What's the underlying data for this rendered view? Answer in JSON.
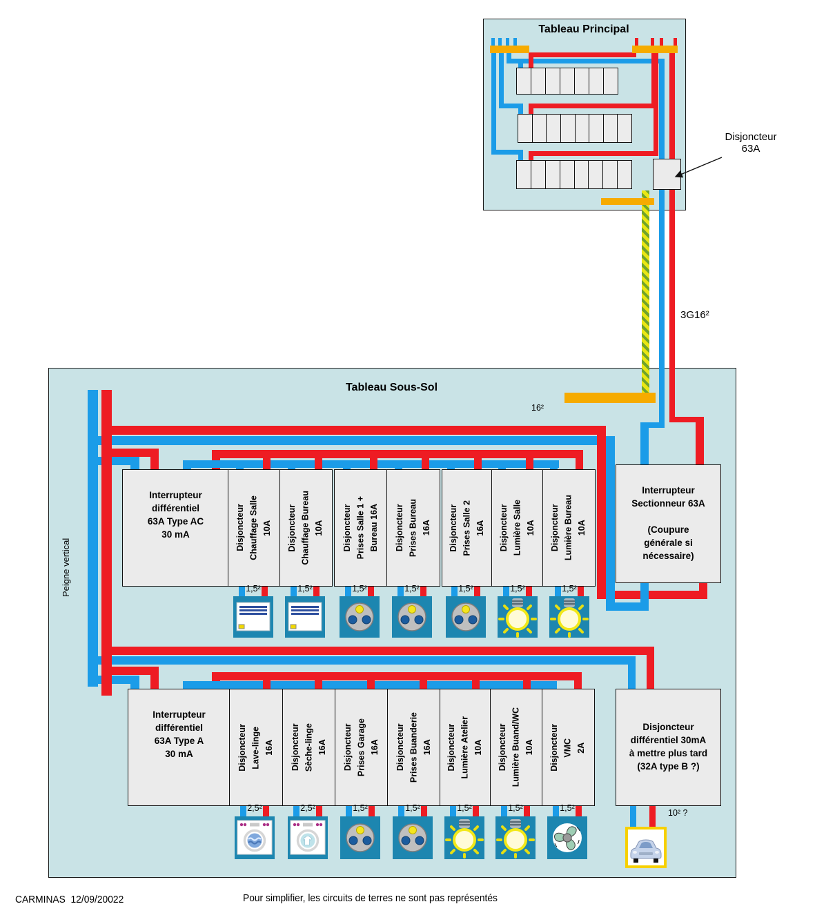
{
  "colors": {
    "panel_bg": "#c9e3e6",
    "wire_blue": "#1b9ce8",
    "wire_red": "#ee1c23",
    "busbar_orange": "#f6ab00",
    "earth_yellow": "#e9e614",
    "earth_green": "#6fa32d",
    "box_gray": "#ebebeb",
    "icon_teal": "#1d86b0",
    "car_border_yellow": "#f7d000"
  },
  "main_panel": {
    "title": "Tableau Principal",
    "breaker_callout": "Disjoncteur\n63A",
    "feeder_cable": "3G16²"
  },
  "sub_panel": {
    "title": "Tableau Sous-Sol",
    "feeder_section": "16²",
    "comb_label": "Peigne vertical",
    "row1": {
      "rcd": "Interrupteur\ndifférentiel\n63A Type AC\n30 mA",
      "isolator": "Interrupteur\nSectionneur 63A\n\n(Coupure\ngénérale si\nnécessaire)",
      "breakers": [
        {
          "label": "Disjoncteur\nChauffage Salle\n10A",
          "wire": "1,5²",
          "icon": "heater"
        },
        {
          "label": "Disjoncteur\nChauffage Bureau\n10A",
          "wire": "1,5²",
          "icon": "heater"
        },
        {
          "label": "Disjoncteur\nPrises Salle 1 +\nBureau 16A",
          "wire": "1,5²",
          "icon": "outlet"
        },
        {
          "label": "Disjoncteur\nPrises Bureau\n16A",
          "wire": "1,5²",
          "icon": "outlet"
        },
        {
          "label": "Disjoncteur\nPrises Salle 2\n16A",
          "wire": "1,5²",
          "icon": "outlet"
        },
        {
          "label": "Disjoncteur\nLumière Salle\n10A",
          "wire": "1,5²",
          "icon": "lamp"
        },
        {
          "label": "Disjoncteur\nLumière Bureau\n10A",
          "wire": "1,5²",
          "icon": "lamp"
        }
      ]
    },
    "row2": {
      "rcd": "Interrupteur\ndifférentiel\n63A Type A\n30 mA",
      "future_breaker": "Disjoncteur\ndifférentiel 30mA\nà mettre plus tard\n(32A type B ?)",
      "car_cable": "10² ?",
      "breakers": [
        {
          "label": "Disjoncteur\nLave-linge\n16A",
          "wire": "2,5²",
          "icon": "washer"
        },
        {
          "label": "Disjoncteur\nSèche-linge\n16A",
          "wire": "2,5²",
          "icon": "dryer"
        },
        {
          "label": "Disjoncteur\nPrises Garage\n16A",
          "wire": "1,5²",
          "icon": "outlet"
        },
        {
          "label": "Disjoncteur\nPrises Buanderie\n16A",
          "wire": "1,5²",
          "icon": "outlet"
        },
        {
          "label": "Disjoncteur\nLumière Atelier\n10A",
          "wire": "1,5²",
          "icon": "lamp"
        },
        {
          "label": "Disjoncteur\nLumière Buand/WC\n10A",
          "wire": "1,5²",
          "icon": "lamp"
        },
        {
          "label": "Disjoncteur\nVMC\n2A",
          "wire": "1,5²",
          "icon": "fan"
        }
      ]
    }
  },
  "footer": {
    "author": "CARMINAS  12/09/20022",
    "note": "Pour simplifier, les circuits de terres ne sont pas représentés"
  }
}
